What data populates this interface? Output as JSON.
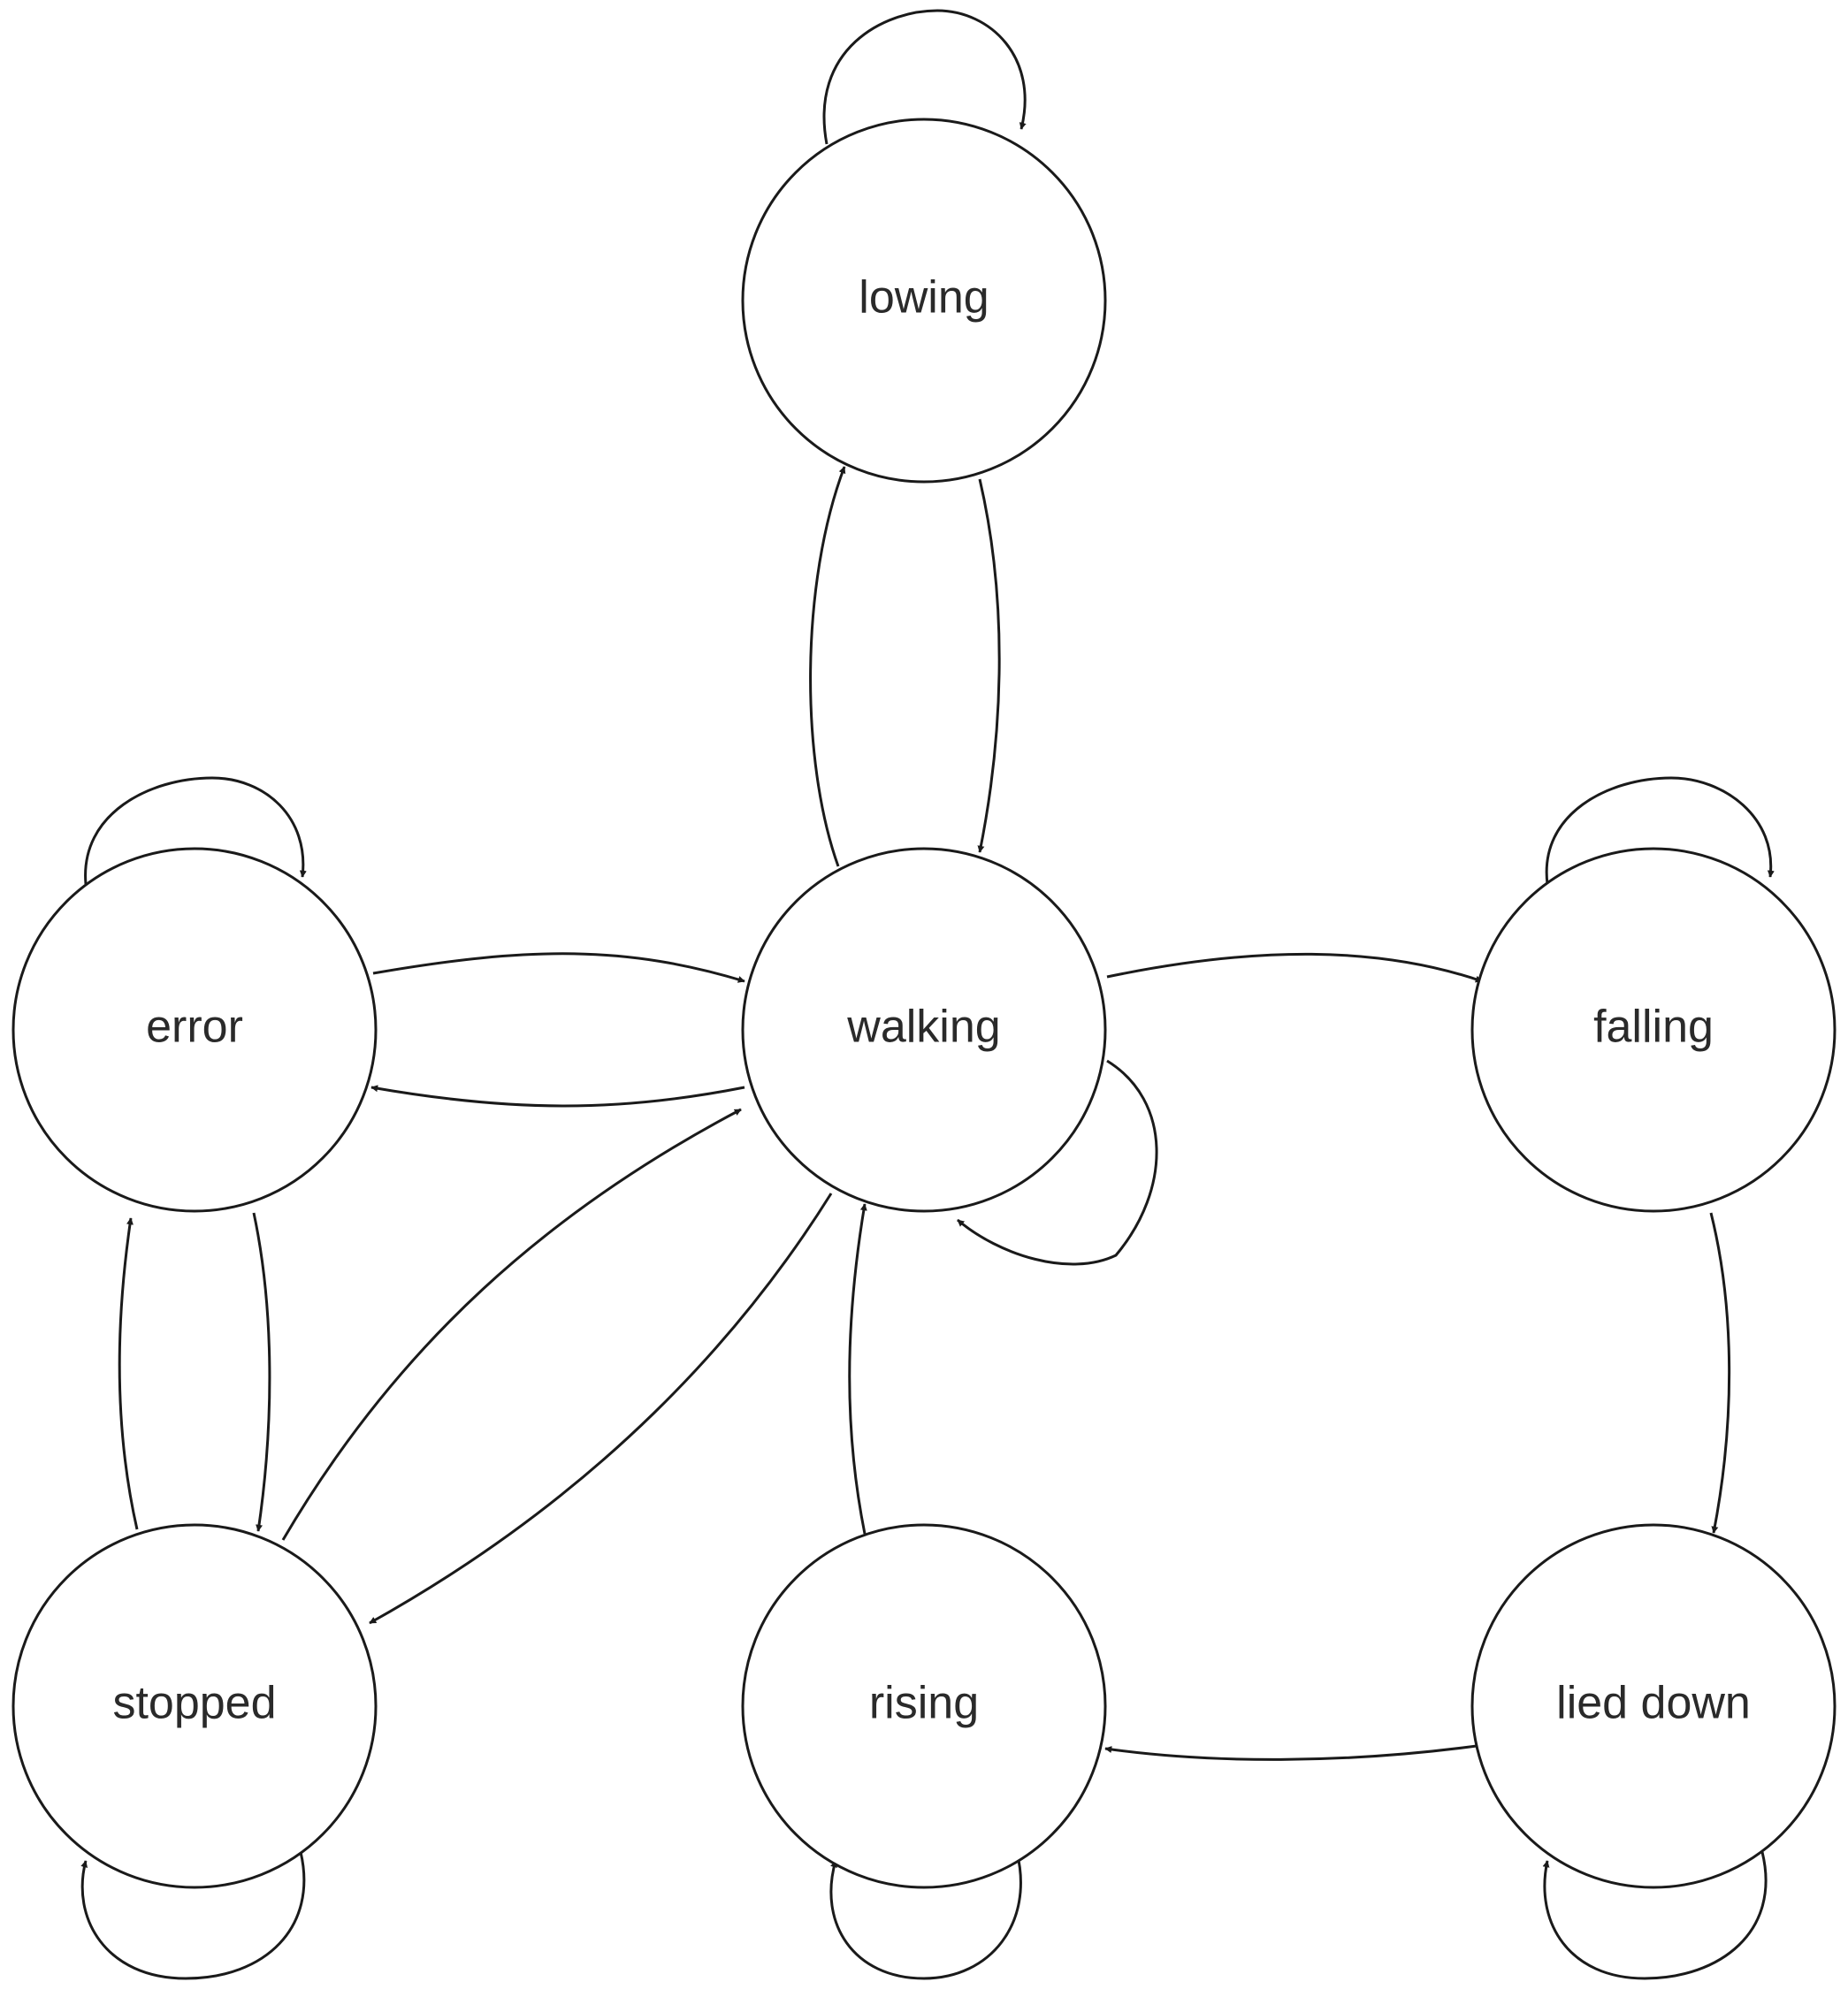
{
  "states": [
    {
      "id": "lowing",
      "label": "lowing"
    },
    {
      "id": "walking",
      "label": "walking"
    },
    {
      "id": "error",
      "label": "error"
    },
    {
      "id": "falling",
      "label": "falling"
    },
    {
      "id": "stopped",
      "label": "stopped"
    },
    {
      "id": "rising",
      "label": "rising"
    },
    {
      "id": "lied_down",
      "label": "lied down"
    }
  ],
  "transitions": [
    {
      "from": "lowing",
      "to": "lowing"
    },
    {
      "from": "lowing",
      "to": "walking"
    },
    {
      "from": "walking",
      "to": "lowing"
    },
    {
      "from": "error",
      "to": "error"
    },
    {
      "from": "error",
      "to": "walking"
    },
    {
      "from": "walking",
      "to": "error"
    },
    {
      "from": "walking",
      "to": "walking"
    },
    {
      "from": "walking",
      "to": "falling"
    },
    {
      "from": "falling",
      "to": "falling"
    },
    {
      "from": "error",
      "to": "stopped"
    },
    {
      "from": "stopped",
      "to": "error"
    },
    {
      "from": "stopped",
      "to": "walking"
    },
    {
      "from": "walking",
      "to": "stopped"
    },
    {
      "from": "stopped",
      "to": "stopped"
    },
    {
      "from": "rising",
      "to": "walking"
    },
    {
      "from": "rising",
      "to": "rising"
    },
    {
      "from": "falling",
      "to": "lied_down"
    },
    {
      "from": "lied_down",
      "to": "rising"
    },
    {
      "from": "lied_down",
      "to": "lied_down"
    }
  ],
  "colors": {
    "stroke": "#1a1a1a",
    "text": "#2a2a2a",
    "background": "#ffffff"
  }
}
